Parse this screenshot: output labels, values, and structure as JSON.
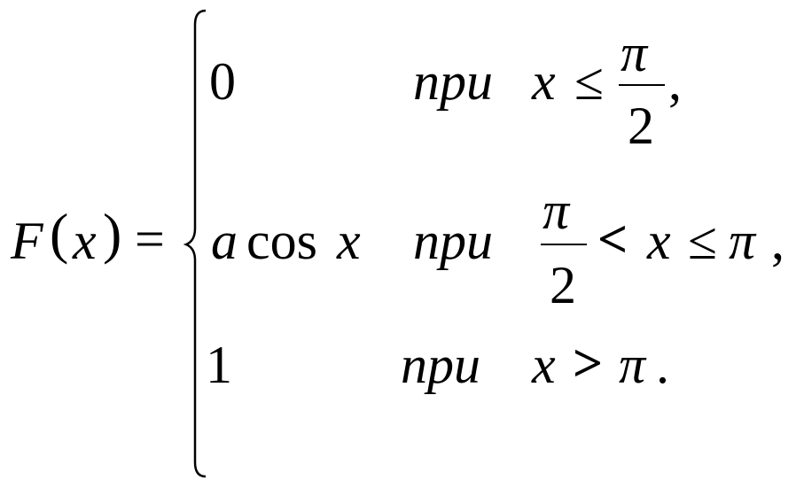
{
  "formula": {
    "lhs": {
      "func": "F",
      "open_paren": "(",
      "var": "x",
      "close_paren": ")",
      "equals": "="
    },
    "cases": [
      {
        "value": "0",
        "word": "при",
        "cond_var": "x",
        "cond_op": "≤",
        "frac_num": "π",
        "frac_den": "2",
        "end": ","
      },
      {
        "value_coef": "a",
        "value_func": "cos",
        "value_var": "x",
        "word": "при",
        "frac_num": "π",
        "frac_den": "2",
        "cond_op1": "<",
        "cond_var": "x",
        "cond_op2": "≤",
        "cond_rhs": "π",
        "end": ","
      },
      {
        "value": "1",
        "word": "при",
        "cond_var": "x",
        "cond_op": ">",
        "cond_rhs": "π",
        "end": "."
      }
    ]
  }
}
